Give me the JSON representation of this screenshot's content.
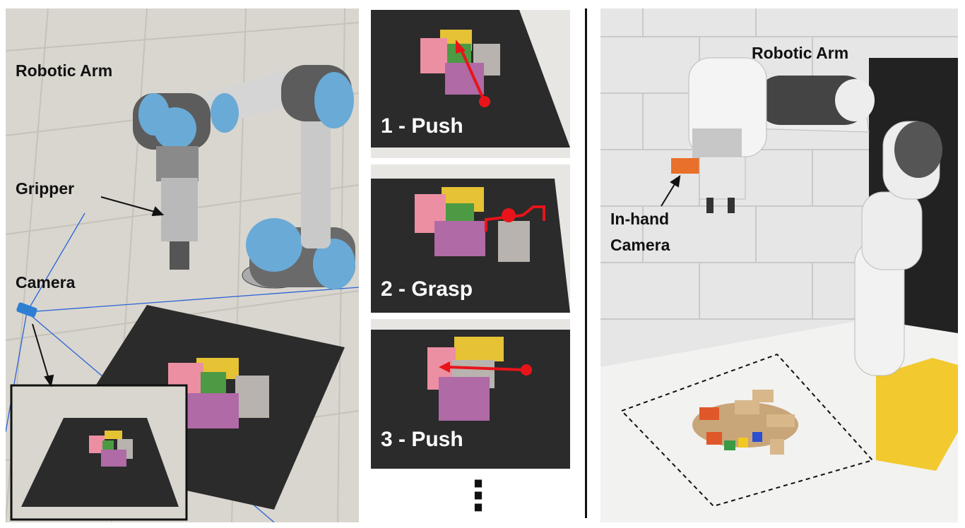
{
  "left_panel": {
    "labels": {
      "robotic_arm": "Robotic Arm",
      "gripper": "Gripper",
      "camera": "Camera"
    }
  },
  "middle_panel": {
    "steps": [
      {
        "label": "1 - Push"
      },
      {
        "label": "2 - Grasp"
      },
      {
        "label": "3 - Push"
      }
    ],
    "ellipsis": "⋮"
  },
  "right_panel": {
    "labels": {
      "robotic_arm": "Robotic Arm",
      "in_hand_camera_line1": "In-hand",
      "in_hand_camera_line2": "Camera"
    }
  },
  "colors": {
    "block_pink": "#ec8fa3",
    "block_yellow": "#e6c235",
    "block_green": "#4c9a44",
    "block_gray": "#b8b3ae",
    "block_purple": "#b06aa6",
    "action_red": "#e8141a",
    "mat_dark": "#2b2b2b"
  }
}
